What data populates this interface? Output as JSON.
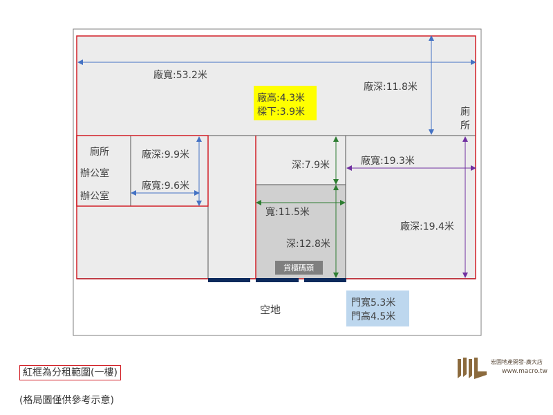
{
  "labels": {
    "factory_width": "廠寬:53.2米",
    "factory_height_line1": "廠高:4.3米",
    "factory_height_line2": "樑下:3.9米",
    "factory_depth_top": "廠深:11.8米",
    "toilet_right_1": "廁",
    "toilet_right_2": "所",
    "toilet_left": "廁所",
    "office_1": "辦公室",
    "office_2": "辦公室",
    "office_depth": "廠深:9.9米",
    "office_width": "廠寬:9.6米",
    "depth_79": "深:7.9米",
    "width_193": "廠寬:19.3米",
    "width_115": "寬:11.5米",
    "depth_194": "廠深:19.4米",
    "depth_128": "深:12.8米",
    "loading_dock": "貨櫃碼頭",
    "open_space": "空地",
    "door_width": "門寬5.3米",
    "door_height": "門高4.5米"
  },
  "legend": {
    "red_frame": "紅框為分租範圍(一樓)",
    "note": "(格局圖僅供參考示意)"
  },
  "logo": {
    "company": "宏園地產開發-廣大店",
    "url": "www.macro.tw"
  },
  "colors": {
    "rental_frame": "#d21f26",
    "dimension_blue": "#4472c4",
    "dimension_green": "#2e7d32",
    "dimension_purple": "#7030a0",
    "highlight_yellow": "#ffff00",
    "door_box": "#bdd7ee",
    "door_marker": "#0d2a5c"
  }
}
